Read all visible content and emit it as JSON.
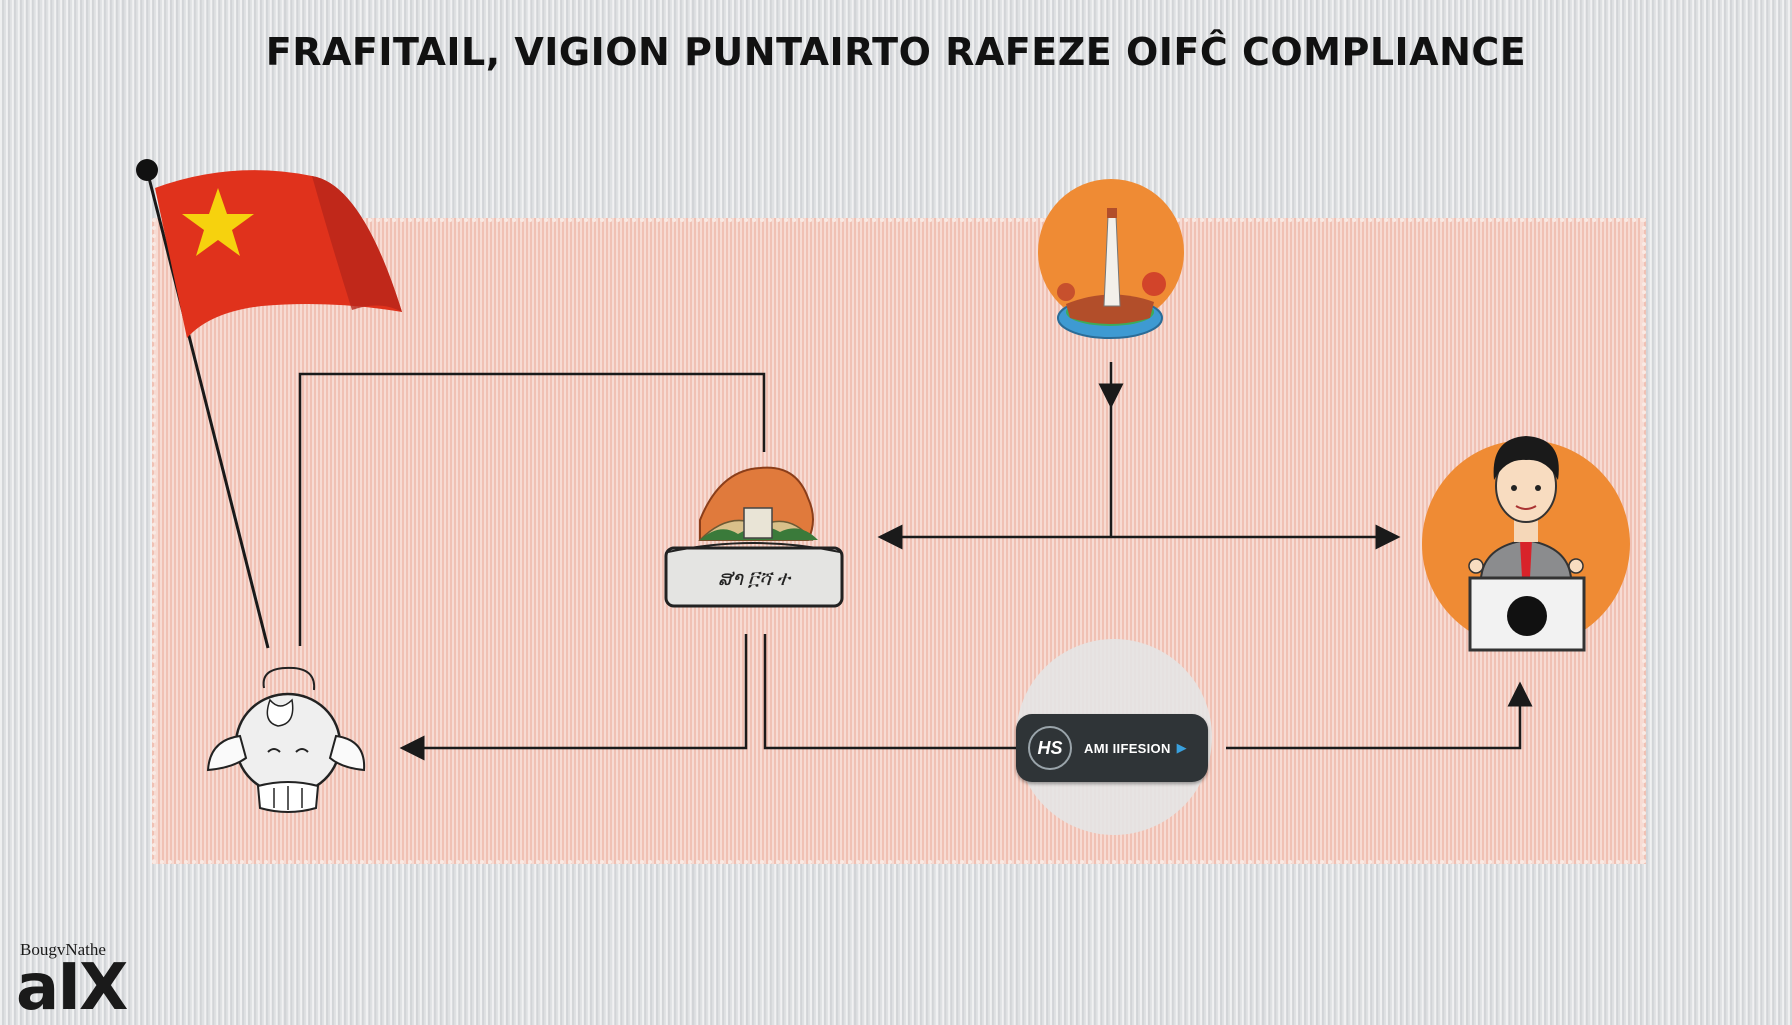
{
  "title": "FRAFITAIL, VIGION PUNTAIRTO RAFEZE OIFĈ COMPLIANCE",
  "tray_label": "ສາ ፫ሻ ተ",
  "button": {
    "badge": "HS",
    "label": "AMI IIFESION",
    "play": "▶"
  },
  "brand": {
    "small": "BougvNathe",
    "big": "aIX"
  },
  "colors": {
    "panel": "#f2c8bc",
    "flag_red": "#e0321c",
    "flag_star": "#f6d20e",
    "orange": "#ef8b34",
    "dark": "#2f3437",
    "line": "#1a1a1a"
  },
  "icons": [
    "flag-icon",
    "landmark-icon",
    "book-icon",
    "mascot-icon",
    "presenter-icon"
  ]
}
